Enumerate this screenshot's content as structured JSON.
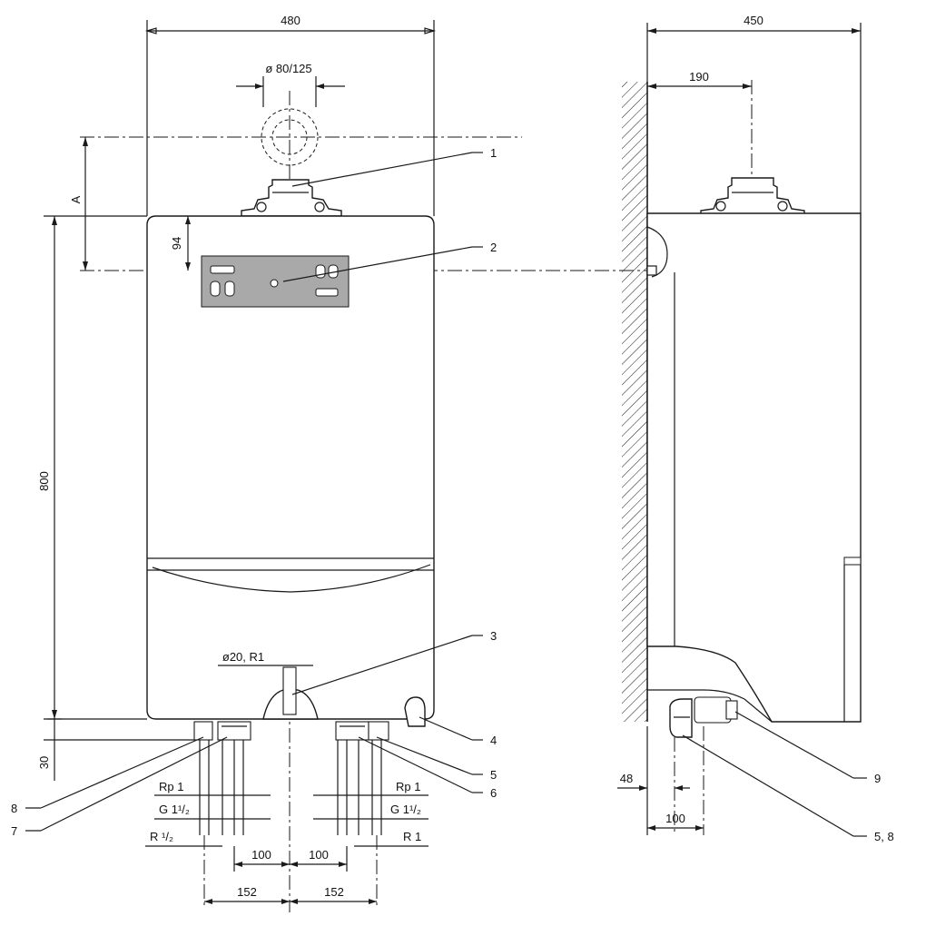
{
  "front_view": {
    "width_label": "480",
    "flue_label": "ø 80/125",
    "height_label": "800",
    "a_label": "A",
    "top_offset_label": "94",
    "bottom_offset_label": "30",
    "drain_label": "ø20, R1",
    "left_conn": {
      "rp": "Rp 1",
      "g": "G 1¹/₂",
      "r": "R ¹/₂"
    },
    "right_conn": {
      "rp": "Rp 1",
      "g": "G 1¹/₂",
      "r": "R 1"
    },
    "spacing_100_left": "100",
    "spacing_100_right": "100",
    "spacing_152_left": "152",
    "spacing_152_right": "152"
  },
  "side_view": {
    "depth_label": "450",
    "flue_offset_label": "190",
    "wall_offset_label": "48",
    "pipe_offset_label": "100"
  },
  "callouts": [
    "1",
    "2",
    "3",
    "4",
    "5",
    "6",
    "7",
    "8",
    "9",
    "5, 8"
  ]
}
